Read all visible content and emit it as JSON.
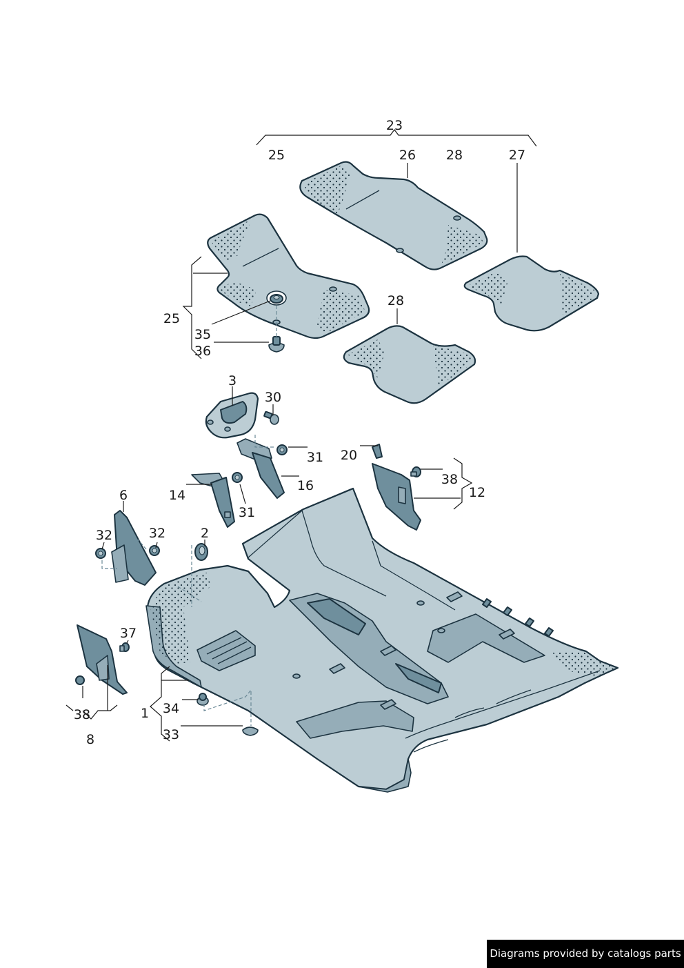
{
  "callouts": {
    "c1": "1",
    "c2": "2",
    "c3": "3",
    "c6": "6",
    "c8": "8",
    "c12": "12",
    "c14": "14",
    "c16": "16",
    "c20": "20",
    "c23": "23",
    "c25a": "25",
    "c25b": "25",
    "c26": "26",
    "c27": "27",
    "c28a": "28",
    "c28b": "28",
    "c30": "30",
    "c31a": "31",
    "c31b": "31",
    "c32a": "32",
    "c32b": "32",
    "c33": "33",
    "c34": "34",
    "c35": "35",
    "c36": "36",
    "c37": "37",
    "c38a": "38",
    "c38b": "38"
  },
  "footer": {
    "text": "Diagrams provided by catalogs parts"
  },
  "colors": {
    "part_fill": "#bccdd4",
    "part_dark": "#6f8f9d",
    "outline": "#1c3340",
    "banner_bg": "#000000",
    "banner_text": "#ffffff"
  }
}
